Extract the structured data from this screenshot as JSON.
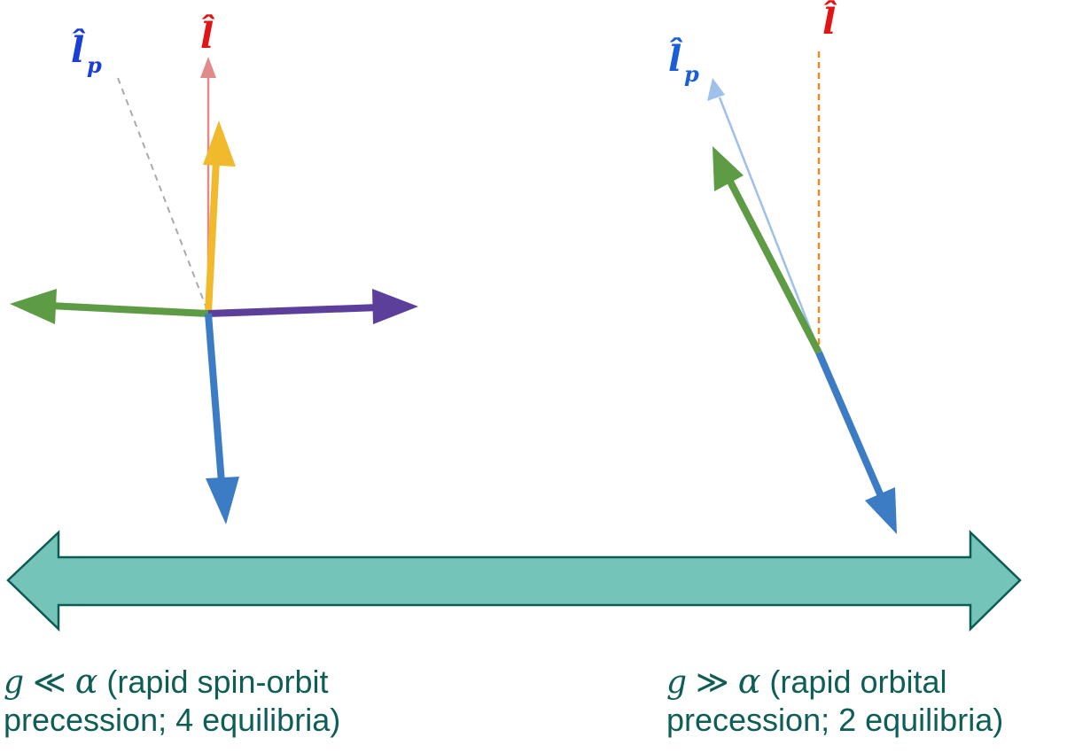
{
  "left_panel": {
    "lp_label": {
      "base": "l̂",
      "subscript": "p",
      "color": "#1a3fd6"
    },
    "l_label": {
      "base": "l̂",
      "color": "#e01515"
    }
  },
  "right_panel": {
    "lp_label": {
      "base": "l̂",
      "subscript": "p",
      "color": "#1a5fd6"
    },
    "l_label": {
      "base": "l̂",
      "color": "#e01515"
    }
  },
  "captions": {
    "left": {
      "var_g": "g",
      "relation": " ≪ ",
      "var_alpha": "α",
      "line1_rest": " (rapid spin-orbit",
      "line2": "precession; 4 equilibria)"
    },
    "right": {
      "var_g": "g",
      "relation": " ≫ ",
      "var_alpha": "α",
      "line1_rest": " (rapid orbital",
      "line2": "precession; 2 equilibria)"
    }
  },
  "colors": {
    "yellow": "#f0ba2c",
    "green": "#5d9b45",
    "purple": "#5c3f9b",
    "blue": "#3b7cc4",
    "pink": "#e08a8a",
    "light_blue": "#9ec0ec",
    "orange_dash": "#f08a1e",
    "grey_dash": "#aaaaaa",
    "band_fill": "#74c4b9",
    "band_stroke": "#0e5b52",
    "caption": "#0f5e56"
  }
}
